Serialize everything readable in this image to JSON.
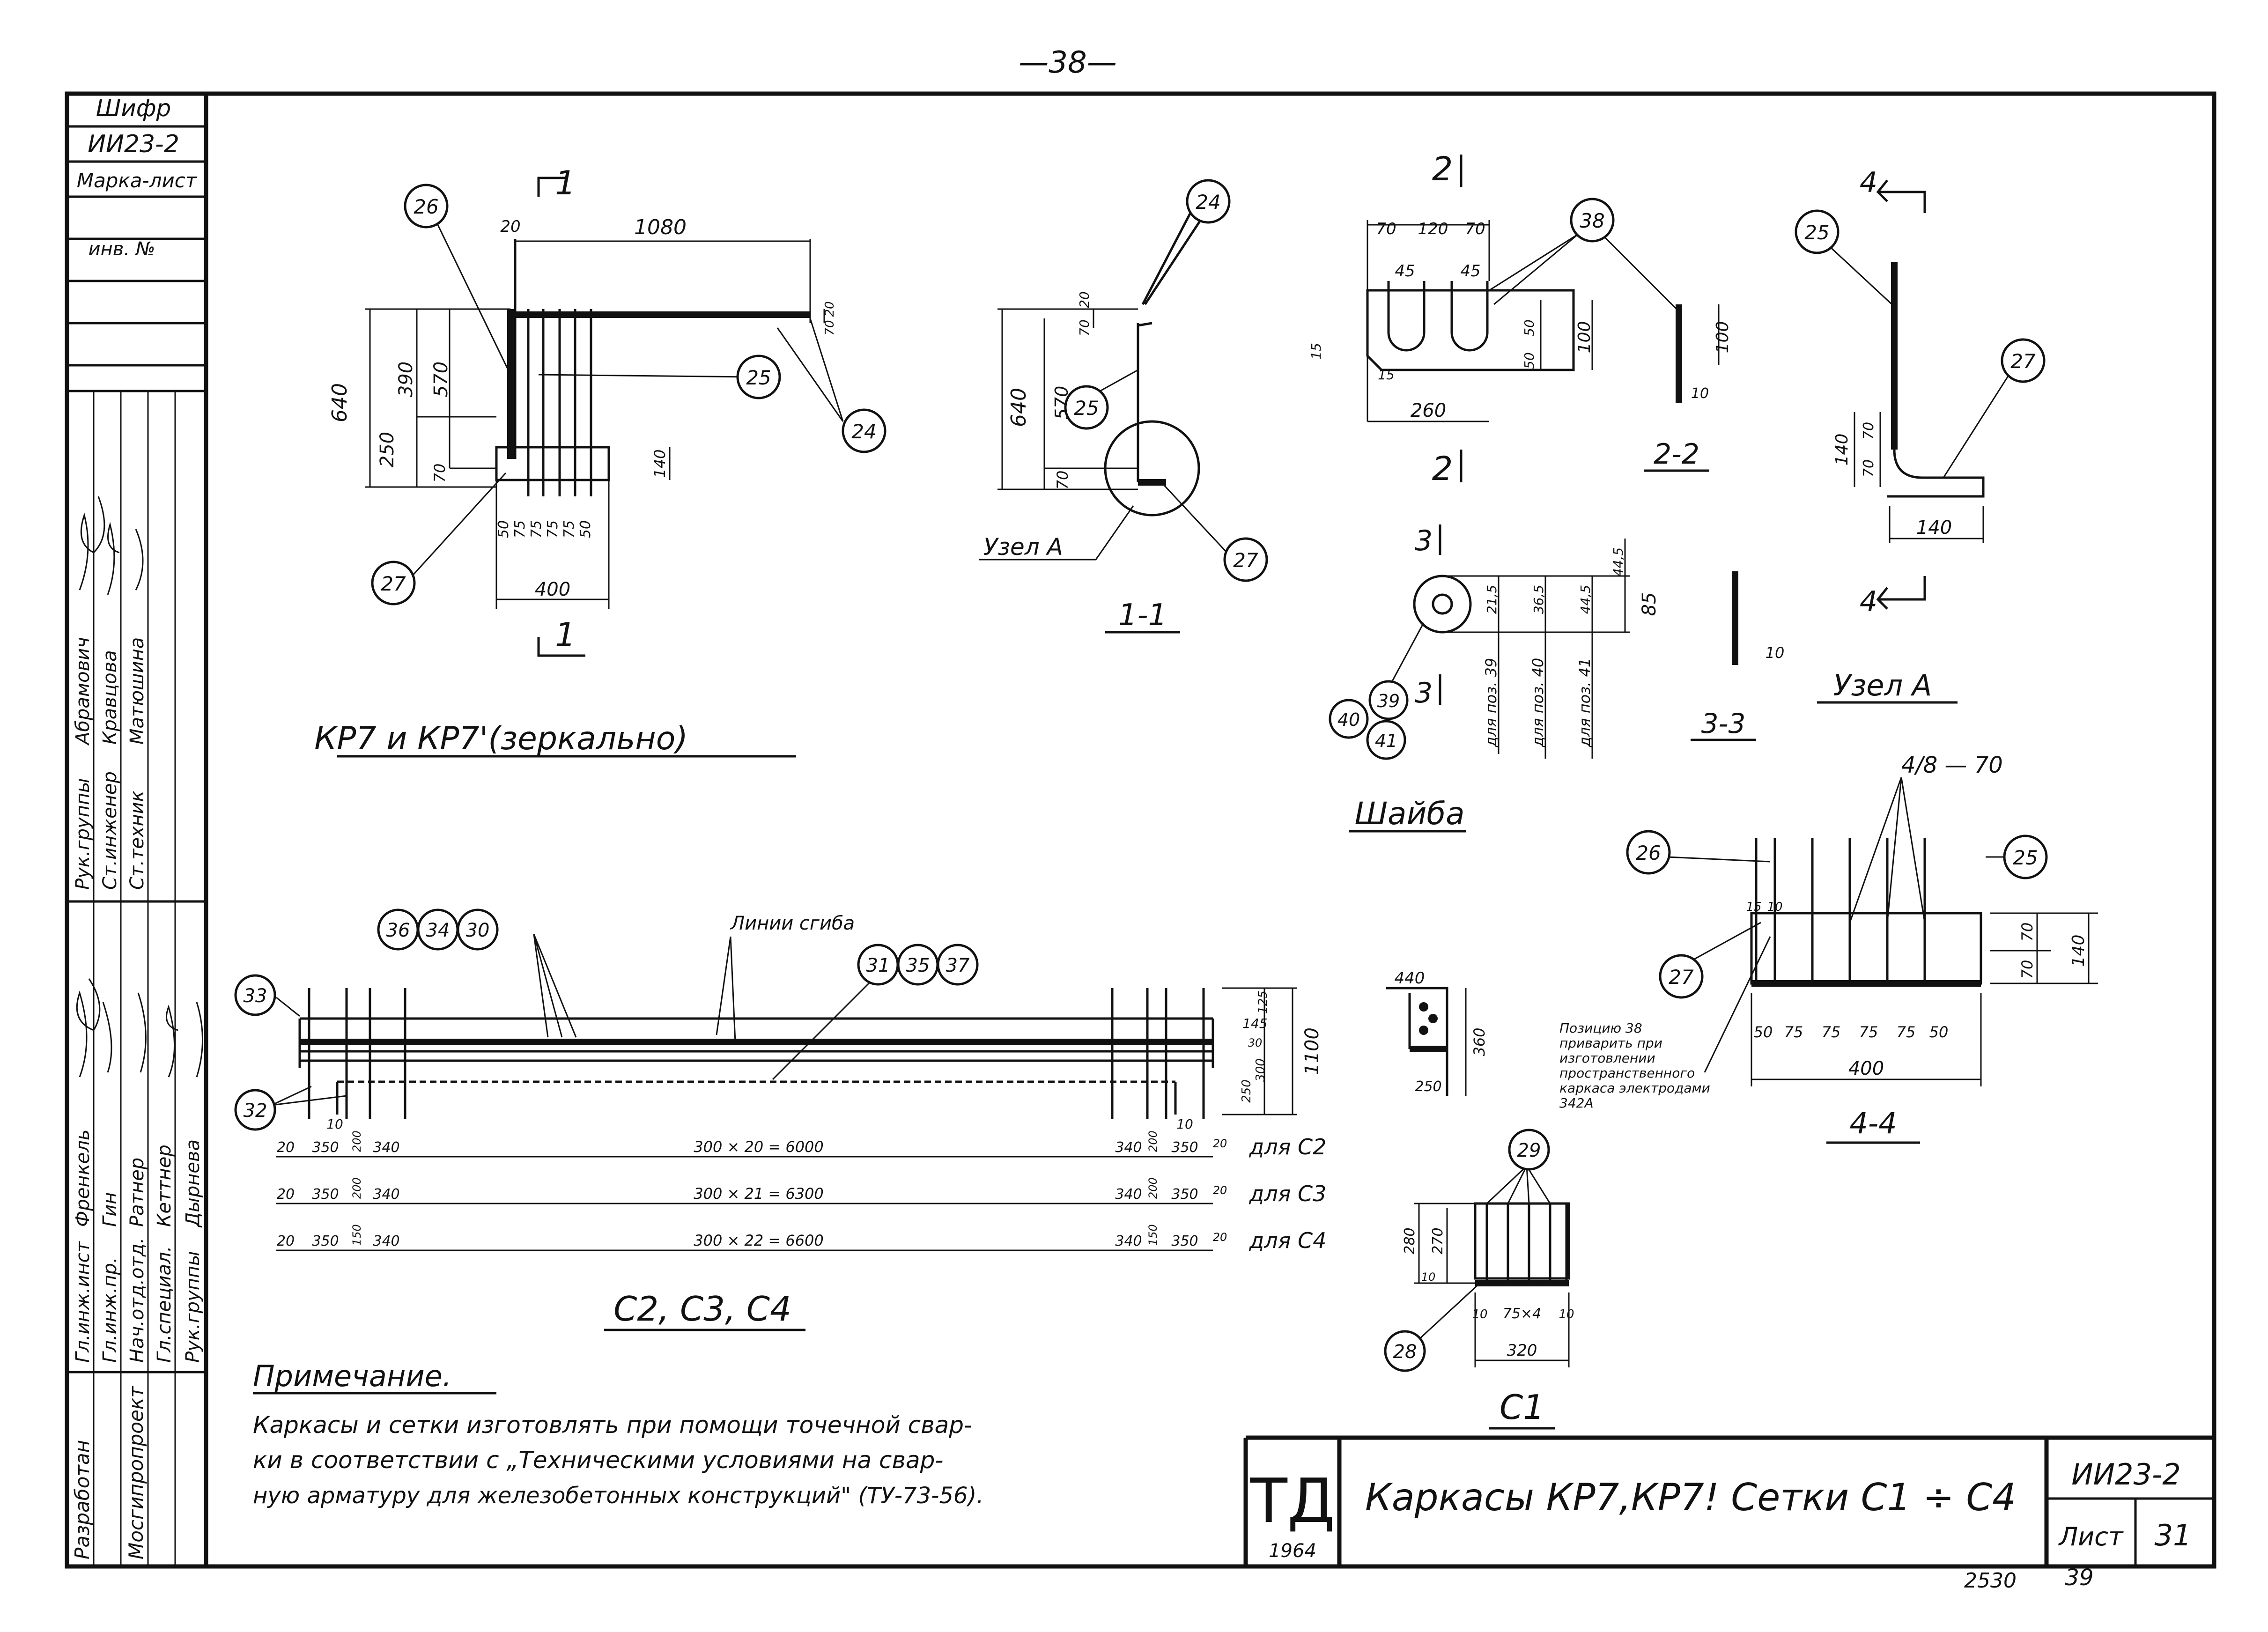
{
  "page_number": "—38—",
  "stamp_code": "2530",
  "stamp_page": "39",
  "side_stamp": {
    "shifr_label": "Шифр",
    "shifr_value": "ИИ23-2",
    "marka_label": "Марка-лист",
    "inv_label": "инв. №"
  },
  "title_block": {
    "roles": [
      "Разработан",
      "Мосгипропроект"
    ],
    "positions": [
      "Гл.инж.инст",
      "Гл.инж.пр.",
      "Нач.отд.отд.",
      "Гл.специал.",
      "Рук.группы",
      "Рук.группы",
      "Ст.инженер",
      "Ст.техник"
    ],
    "names": [
      "Френкель",
      "Гин",
      "Ратнер",
      "Кеттнер",
      "Дырнева",
      "Абрамович",
      "Кравцова",
      "Матюшина"
    ]
  },
  "drawings": {
    "kp7": {
      "title": "КР7 и КР7'(зеркально)",
      "section_mark": "1",
      "dims": [
        "1080",
        "20",
        "390",
        "570",
        "640",
        "250",
        "70",
        "140",
        "50",
        "75",
        "75",
        "75",
        "75",
        "50",
        "400",
        "20",
        "70"
      ],
      "bubbles": [
        "26",
        "25",
        "24",
        "27"
      ]
    },
    "sec11": {
      "title": "1-1",
      "node_label": "Узел А",
      "dims": [
        "640",
        "570",
        "70",
        "20",
        "70"
      ],
      "bubbles": [
        "24",
        "25",
        "27"
      ]
    },
    "sec22": {
      "title": "2-2",
      "mark": "2",
      "dims": [
        "70",
        "120",
        "70",
        "45",
        "45",
        "15",
        "15",
        "50",
        "50",
        "100",
        "260",
        "100",
        "10"
      ],
      "bubbles": [
        "38"
      ]
    },
    "washer": {
      "title": "Шайба",
      "mark": "3",
      "section_title": "3-3",
      "dims": [
        "21,5",
        "36,5",
        "44,5",
        "44,5",
        "85",
        "10"
      ],
      "captions": [
        "для поз. 39",
        "для поз. 40",
        "для поз. 41"
      ],
      "bubbles": [
        "39",
        "40",
        "41"
      ]
    },
    "nodeA": {
      "title": "Узел А",
      "mark": "4",
      "dims": [
        "70",
        "70",
        "140",
        "140"
      ],
      "bubbles": [
        "25",
        "27"
      ]
    },
    "sec44": {
      "title": "4-4",
      "weld": "4/8 — 70",
      "note": "Позицию 38 приварить при изготовлении пространственного каркаса электродами 342А",
      "dims": [
        "70",
        "70",
        "140",
        "15",
        "10",
        "50",
        "75",
        "75",
        "75",
        "75",
        "50",
        "400"
      ],
      "bubbles": [
        "26",
        "25",
        "27"
      ]
    },
    "c2c4": {
      "title": "С2, С3, С4",
      "bend_label": "Линии сгиба",
      "dims_right": [
        "125",
        "145",
        "30",
        "250",
        "300",
        "1100"
      ],
      "rows": [
        {
          "left": [
            "20",
            "350",
            "200",
            "340"
          ],
          "mid": "300 × 20 = 6000",
          "right": [
            "340",
            "200",
            "350",
            "20"
          ],
          "label": "для С2"
        },
        {
          "left": [
            "20",
            "350",
            "200",
            "340"
          ],
          "mid": "300 × 21 = 6300",
          "right": [
            "340",
            "200",
            "350",
            "20"
          ],
          "label": "для С3"
        },
        {
          "left": [
            "20",
            "350",
            "150",
            "340"
          ],
          "mid": "300 × 22 = 6600",
          "right": [
            "340",
            "150",
            "350",
            "20"
          ],
          "label": "для С4"
        }
      ],
      "bubbles": [
        "36",
        "34",
        "30",
        "31",
        "35",
        "37",
        "33",
        "32"
      ],
      "small_marks": [
        "10",
        "10"
      ]
    },
    "c1": {
      "title": "С1",
      "top_dims": [
        "440",
        "360",
        "250"
      ],
      "dims": [
        "280",
        "270",
        "10",
        "10",
        "75×4",
        "10",
        "320"
      ],
      "bubbles": [
        "29",
        "28"
      ]
    }
  },
  "note": {
    "title": "Примечание.",
    "lines": [
      "Каркасы и сетки изготовлять при помощи точечной свар-",
      "ки в соответствии с „Техническими условиями на свар-",
      "ную арматуру для железобетонных конструкций\" (ТУ-73-56)."
    ]
  },
  "main_stamp": {
    "logo": "ТД",
    "year": "1964",
    "title": "Каркасы КР7,КР7! Сетки С1 ÷ С4",
    "code": "ИИ23-2",
    "sheet_label": "Лист",
    "sheet_value": "31"
  }
}
